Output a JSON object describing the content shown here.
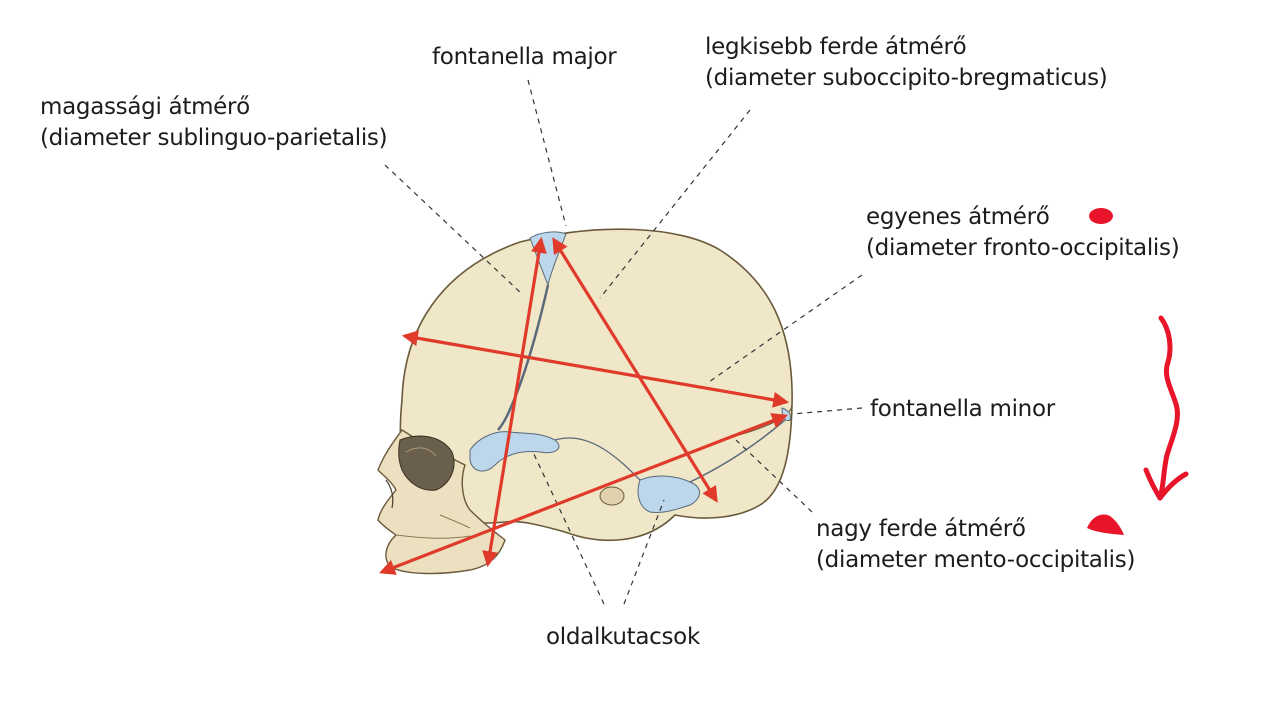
{
  "labels": {
    "fontanella_major": "fontanella major",
    "legkisebb_ferde": {
      "line1": "legkisebb ferde átmérő",
      "line2": "(diameter suboccipito-bregmaticus)"
    },
    "magassagi": {
      "line1": "magassági átmérő",
      "line2": "(diameter sublinguo-parietalis)"
    },
    "egyenes": {
      "line1": "egyenes átmérő",
      "line2": "(diameter fronto-occipitalis)"
    },
    "fontanella_minor": "fontanella minor",
    "nagy_ferde": {
      "line1": "nagy ferde átmérő",
      "line2": "(diameter mento-occipitalis)"
    },
    "oldalkutacsok": "oldalkutacsok"
  },
  "colors": {
    "arrow": "#e03a2a",
    "annotation_mark": "#e8142a",
    "bone": "#f0e6c8",
    "fontanelle": "#bcd6ec",
    "text": "#1c1c1c"
  }
}
